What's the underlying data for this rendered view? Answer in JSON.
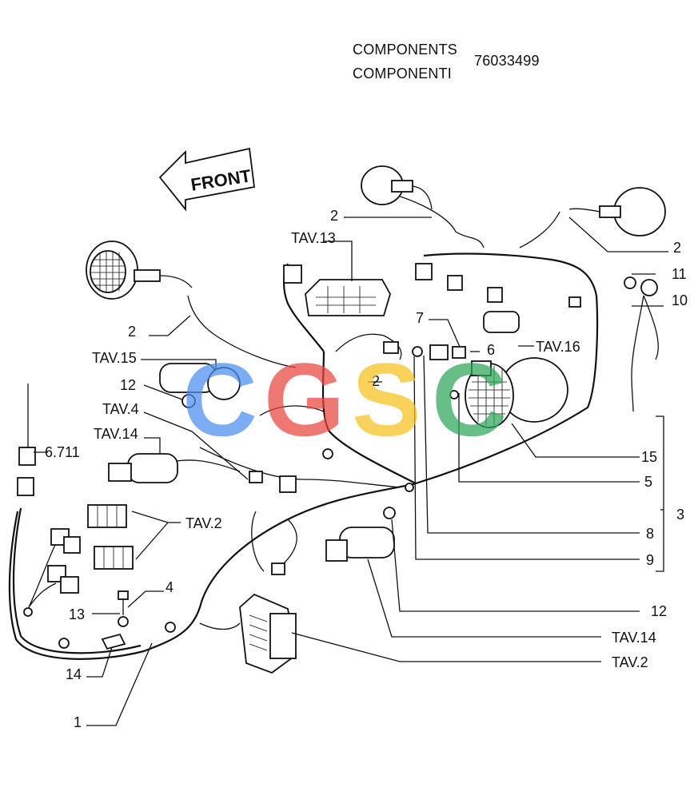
{
  "header": {
    "title_en": "COMPONENTS",
    "title_it": "COMPONENTI",
    "part_number": "76033499"
  },
  "front_arrow": {
    "text": "FRONT"
  },
  "watermark": {
    "letters": [
      "C",
      "G",
      "S",
      "C"
    ],
    "colors": [
      "#4a8ef0",
      "#e8453c",
      "#f6c21c",
      "#2ea65a"
    ]
  },
  "callouts": {
    "c2_top": "2",
    "c2_right": "2",
    "c2_left": "2",
    "c2_mid": "2",
    "tav13": "TAV.13",
    "c11": "11",
    "c10": "10",
    "c7": "7",
    "c6": "6",
    "tav16": "TAV.16",
    "tav15": "TAV.15",
    "c12_left": "12",
    "tav4": "TAV.4",
    "tav14_left": "TAV.14",
    "c6711": "6.711",
    "c15": "15",
    "c5": "5",
    "c3": "3",
    "tav2_mid": "TAV.2",
    "c8": "8",
    "c9": "9",
    "c4": "4",
    "c13": "13",
    "c12_right": "12",
    "tav14_right": "TAV.14",
    "tav2_right": "TAV.2",
    "c14": "14",
    "c1": "1"
  }
}
